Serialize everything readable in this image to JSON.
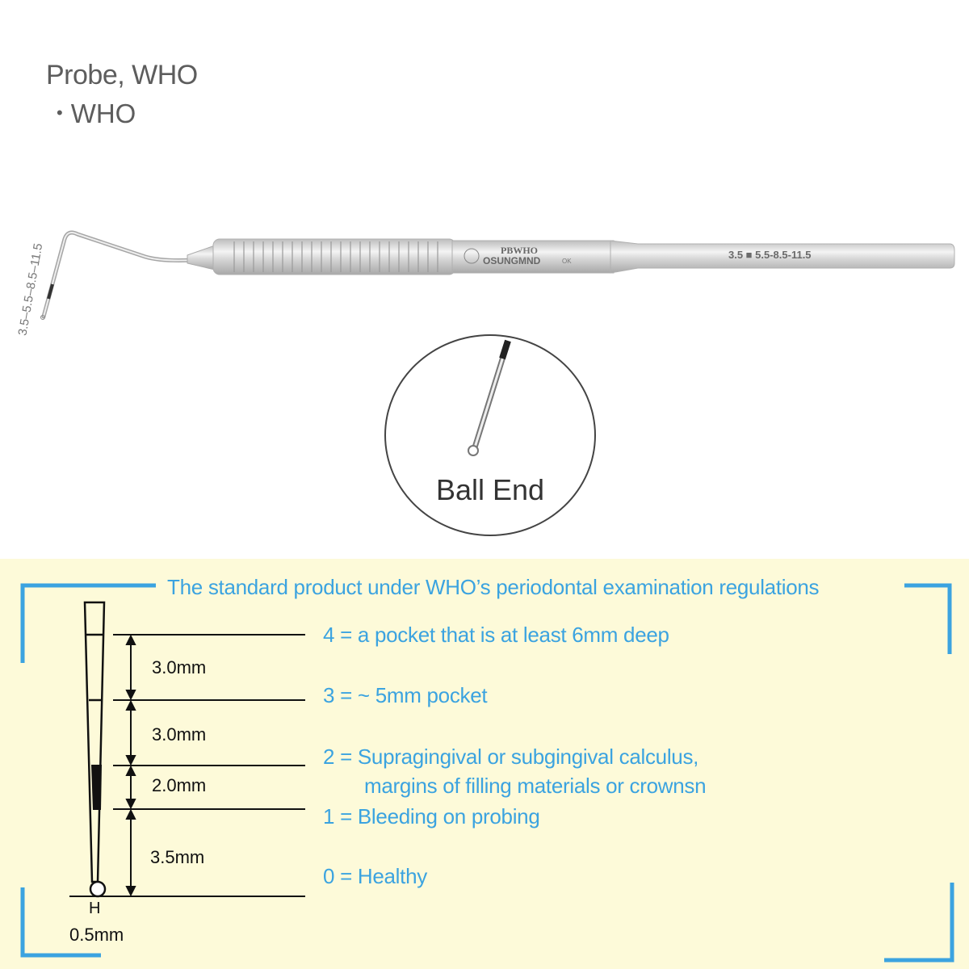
{
  "product": {
    "title": "Probe, WHO",
    "subtitle_bullet": "•",
    "subtitle": "WHO"
  },
  "instrument": {
    "tip_marking": "3.5–5.5–8.5–11.5",
    "handle_brand_line1": "PBWHO",
    "handle_brand_line2": "OSUNGMND",
    "handle_mark": "OK",
    "shaft_marking": "3.5 ■ 5.5-8.5-11.5"
  },
  "detail": {
    "label": "Ball End"
  },
  "colors": {
    "accent_blue": "#3ba3e0",
    "band_background": "#fdfad9",
    "title_gray": "#5d5d5d"
  },
  "spec": {
    "heading": "The standard product under WHO’s periodontal examination regulations",
    "segments": [
      {
        "label": "3.0mm"
      },
      {
        "label": "3.0mm"
      },
      {
        "label": "2.0mm"
      },
      {
        "label": "3.5mm"
      }
    ],
    "ball_diameter": "0.5mm",
    "ball_diameter_marker": "H",
    "codes": [
      {
        "text": "4 = a pocket that is at least 6mm deep"
      },
      {
        "text": "3 = ~ 5mm pocket"
      },
      {
        "text": "2 = Supragingival or subgingival calculus,"
      },
      {
        "text": "margins of filling materials or crownsn"
      },
      {
        "text": "1 = Bleeding on probing"
      },
      {
        "text": "0 = Healthy"
      }
    ]
  }
}
